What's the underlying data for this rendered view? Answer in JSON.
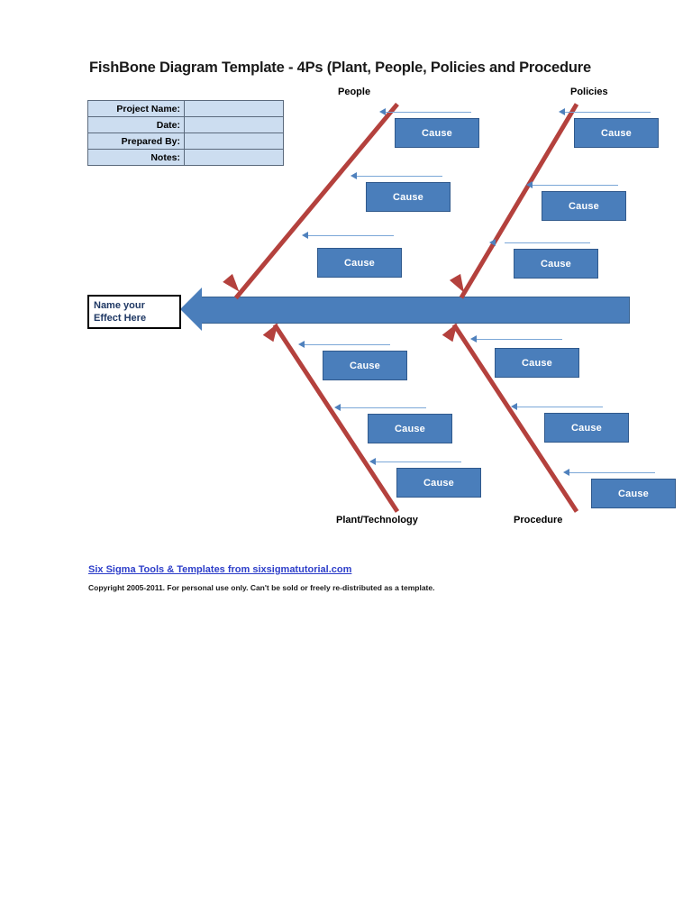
{
  "document": {
    "title": "FishBone Diagram Template - 4Ps (Plant, People, Policies and Procedure"
  },
  "info_table": {
    "rows": [
      {
        "label": "Project Name:",
        "value": ""
      },
      {
        "label": "Date:",
        "value": ""
      },
      {
        "label": "Prepared By:",
        "value": ""
      },
      {
        "label": "Notes:",
        "value": ""
      }
    ]
  },
  "diagram": {
    "effect_label": "Name your\nEffect Here",
    "effect_label_line1": "Name your",
    "effect_label_line2": "Effect Here",
    "categories": [
      {
        "name": "People",
        "label": "People",
        "position": "top-left"
      },
      {
        "name": "Policies",
        "label": "Policies",
        "position": "top-right"
      },
      {
        "name": "Plant/Technology",
        "label": "Plant/Technology",
        "position": "bottom-left"
      },
      {
        "name": "Procedure",
        "label": "Procedure",
        "position": "bottom-right"
      }
    ],
    "cause_label": "Cause",
    "causes": {
      "people": [
        "Cause",
        "Cause",
        "Cause"
      ],
      "policies": [
        "Cause",
        "Cause",
        "Cause"
      ],
      "plant_technology": [
        "Cause",
        "Cause",
        "Cause"
      ],
      "procedure": [
        "Cause",
        "Cause",
        "Cause"
      ]
    }
  },
  "colors": {
    "spine_blue": "#4a7ebb",
    "bone_red": "#b4413d",
    "cause_fill": "#4a7ebb",
    "connector_blue": "#7ba7d7",
    "table_fill": "#ccddf0",
    "effect_text": "#1f3864",
    "link_blue": "#2d3ec9"
  },
  "footer": {
    "link_text": "Six Sigma Tools & Templates from sixsigmatutorial.com",
    "copyright": "Copyright 2005-2011. For personal use only. Can't be sold or freely re-distributed as a template."
  }
}
